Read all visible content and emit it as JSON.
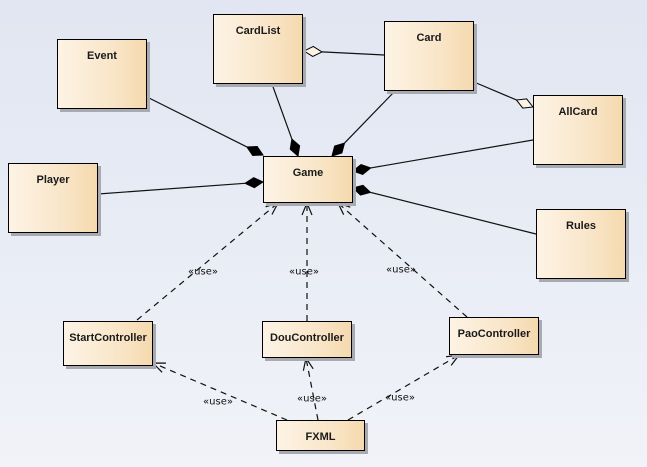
{
  "diagram": {
    "type": "UML class diagram",
    "colors": {
      "background_top": "#e1e6f2",
      "background_bottom": "#f1f3f8",
      "class_fill_left": "#fdf3e5",
      "class_fill_right": "#f5d9ae",
      "line": "#000000"
    },
    "classes": [
      {
        "id": "event",
        "label": "Event"
      },
      {
        "id": "cardlist",
        "label": "CardList"
      },
      {
        "id": "card",
        "label": "Card"
      },
      {
        "id": "allcard",
        "label": "AllCard"
      },
      {
        "id": "player",
        "label": "Player"
      },
      {
        "id": "game",
        "label": "Game"
      },
      {
        "id": "rules",
        "label": "Rules"
      },
      {
        "id": "startcontroller",
        "label": "StartController"
      },
      {
        "id": "doucontroller",
        "label": "DouController"
      },
      {
        "id": "paocontroller",
        "label": "PaoController"
      },
      {
        "id": "fxml",
        "label": "FXML"
      }
    ],
    "relations": [
      {
        "from": "event",
        "to": "game",
        "kind": "composition"
      },
      {
        "from": "cardlist",
        "to": "game",
        "kind": "composition"
      },
      {
        "from": "card",
        "to": "game",
        "kind": "composition"
      },
      {
        "from": "allcard",
        "to": "game",
        "kind": "composition"
      },
      {
        "from": "player",
        "to": "game",
        "kind": "composition"
      },
      {
        "from": "rules",
        "to": "game",
        "kind": "composition"
      },
      {
        "from": "card",
        "to": "cardlist",
        "kind": "aggregation"
      },
      {
        "from": "card",
        "to": "allcard",
        "kind": "aggregation"
      },
      {
        "from": "startcontroller",
        "to": "game",
        "kind": "dependency",
        "stereotype": "«use»"
      },
      {
        "from": "doucontroller",
        "to": "game",
        "kind": "dependency",
        "stereotype": "«use»"
      },
      {
        "from": "paocontroller",
        "to": "game",
        "kind": "dependency",
        "stereotype": "«use»"
      },
      {
        "from": "fxml",
        "to": "startcontroller",
        "kind": "dependency",
        "stereotype": "«use»"
      },
      {
        "from": "fxml",
        "to": "doucontroller",
        "kind": "dependency",
        "stereotype": "«use»"
      },
      {
        "from": "fxml",
        "to": "paocontroller",
        "kind": "dependency",
        "stereotype": "«use»"
      }
    ]
  }
}
